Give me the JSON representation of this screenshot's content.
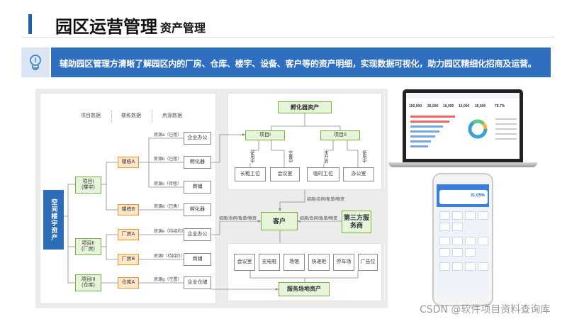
{
  "header": {
    "title": "园区运营管理",
    "subtitle": "资产管理"
  },
  "banner": {
    "icon": "lightbulb-icon",
    "text": "辅助园区管理方清晰了解园区内的厂房、仓库、楼宇、设备、客户等的资产明细，实现数据可视化，助力园区精细化招商及运营。"
  },
  "diagram": {
    "columns": [
      "项目数据",
      "楼栋数据",
      "房源数据"
    ],
    "root": "空间楼宇资产",
    "projects": [
      "项目I\n(楼宇)",
      "项目II\n(厂房)",
      "项目III\n(仓库)"
    ],
    "buildings": [
      "楼栋A",
      "楼栋B",
      "厂房A",
      "厂房B",
      "仓库A"
    ],
    "rooms": [
      {
        "label": "房源a（已租）",
        "type": "企业办公"
      },
      {
        "label": "房源b（已租）",
        "type": "孵化器"
      },
      {
        "label": "房源c（待租）",
        "type": "商铺"
      },
      {
        "label": "房源d（已售）",
        "type": "孵化器"
      },
      {
        "label": "房源e（待招约）",
        "type": "企业办公"
      },
      {
        "label": "房源f（待招约）",
        "type": "商铺"
      },
      {
        "label": "房源g（空置）",
        "type": "企业仓储"
      }
    ],
    "incubator": {
      "title": "孵化器资产",
      "projects": [
        "项目I",
        "项目II"
      ],
      "states": [
        "使用中",
        "空置中",
        "未开放",
        "使用中"
      ],
      "spaces": [
        "长租工位",
        "会议室",
        "临时工位",
        "办公室"
      ]
    },
    "customer": "客户",
    "third_party": "第三方服务商",
    "flows": [
      "招商/合同/账单/物资",
      "招商/合同/账单/物资",
      "招商/合同/账单/物资"
    ],
    "service": {
      "title": "服务场地资产",
      "items": [
        "会议室",
        "充电桩",
        "场馆",
        "快递柜",
        "停车场",
        "广告位"
      ]
    }
  },
  "devices": {
    "laptop_stats": [
      "150,000",
      "26,000",
      "16,000",
      "16,000",
      "26,500",
      "78.7%"
    ],
    "phone_stat": "31.05%"
  },
  "watermark": "CSDN @软件项目资料查询库"
}
